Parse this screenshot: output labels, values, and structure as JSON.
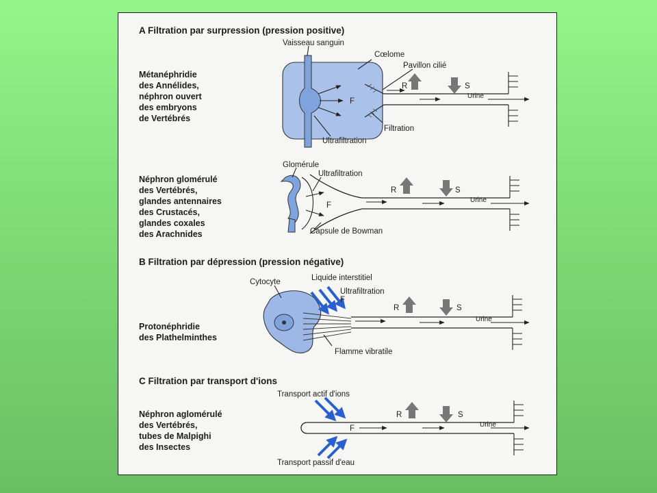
{
  "sections": {
    "a": {
      "title": "A  Filtration par surpression (pression positive)"
    },
    "b": {
      "title": "B  Filtration par dépression (pression négative)"
    },
    "c": {
      "title": "C  Filtration par transport d'ions"
    }
  },
  "panel1": {
    "organism": [
      "Métanéphridie",
      "des Annélides,",
      "néphron ouvert",
      "des embryons",
      "de Vertébrés"
    ],
    "labels": {
      "vessel": "Vaisseau sanguin",
      "coelom": "Cœlome",
      "funnel": "Pavillon cilié",
      "filtration": "Filtration",
      "ultrafiltration": "Ultrafiltration",
      "f": "F",
      "r": "R",
      "s": "S",
      "urine": "Urine"
    }
  },
  "panel2": {
    "organism": [
      "Néphron glomérulé",
      "des Vertébrés,",
      "glandes antennaires",
      "des Crustacés,",
      "glandes coxales",
      "des Arachnides"
    ],
    "labels": {
      "glomerulus": "Glomérule",
      "ultrafiltration": "Ultrafiltration",
      "capsule": "Capsule de Bowman",
      "f": "F",
      "r": "R",
      "s": "S",
      "urine": "Urine"
    }
  },
  "panel3": {
    "organism": [
      "Protonéphridie",
      "des Plathelminthes"
    ],
    "labels": {
      "cytocyte": "Cytocyte",
      "interstitial": "Liquide interstitiel",
      "ultrafiltration": "Ultrafiltration",
      "flame": "Flamme vibratile",
      "f": "F",
      "r": "R",
      "s": "S",
      "urine": "Urine"
    }
  },
  "panel4": {
    "organism": [
      "Néphron aglomérulé",
      "des Vertébrés,",
      "tubes de Malpighi",
      "des Insectes"
    ],
    "labels": {
      "active": "Transport actif d'ions",
      "passive": "Transport passif d'eau",
      "f": "F",
      "r": "R",
      "s": "S",
      "urine": "Urine"
    }
  },
  "colors": {
    "background_top": "#93f58a",
    "background_bottom": "#6abf63",
    "blue_arrow": "#2a5fd0",
    "blue_fill": "#9db8e6",
    "grey_arrow": "#7a7a7a"
  }
}
